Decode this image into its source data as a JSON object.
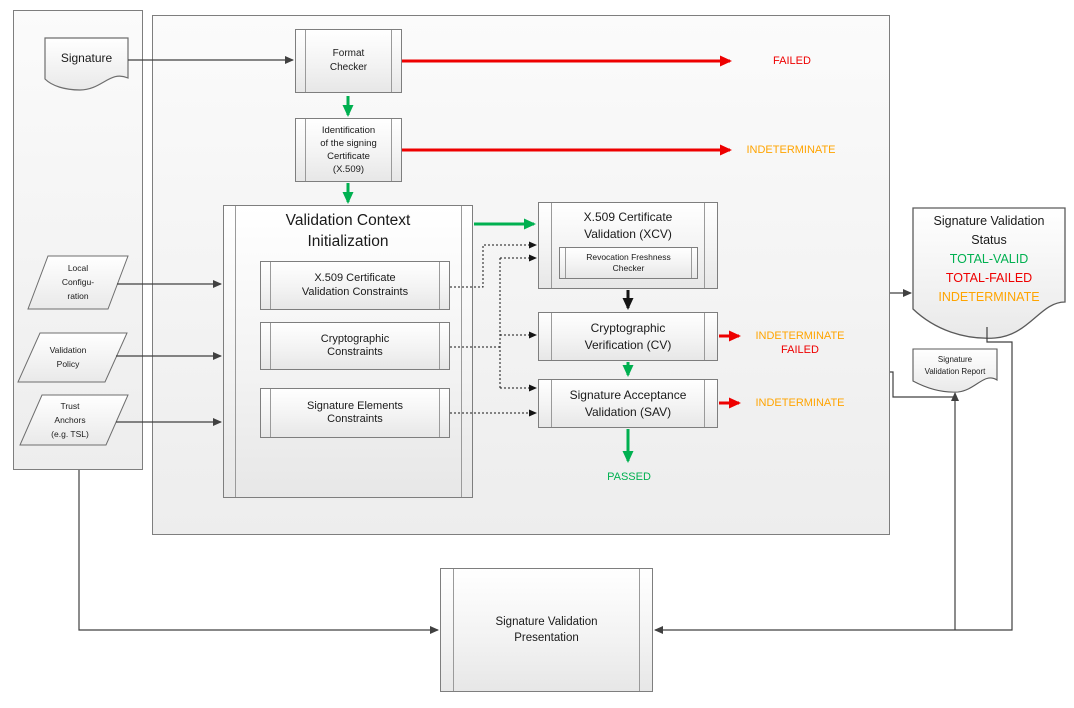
{
  "nodes": {
    "signature": "Signature",
    "format_checker": "Format\nChecker",
    "identification": "Identification\nof the signing\nCertificate\n(X.509)",
    "local_config": "Local\nConfigu-\nration",
    "validation_policy": "Validation\nPolicy",
    "trust_anchors": "Trust\nAnchors\n(e.g. TSL)",
    "vci_title": "Validation Context\nInitialization",
    "x509_constraints": "X.509 Certificate\nValidation Constraints",
    "crypto_constraints": "Cryptographic\nConstraints",
    "sig_elem_constraints": "Signature Elements\nConstraints",
    "xcv": "X.509 Certificate\nValidation (XCV)",
    "revocation_checker": "Revocation Freshness\nChecker",
    "cv": "Cryptographic\nVerification (CV)",
    "sav": "Signature Acceptance\nValidation (SAV)",
    "presentation": "Signature Validation\nPresentation"
  },
  "outcomes": {
    "format_failed": "FAILED",
    "ident_indeterminate": "INDETERMINATE",
    "cv_indeterminate": "INDETERMINATE",
    "cv_failed": "FAILED",
    "sav_indeterminate": "INDETERMINATE",
    "passed": "PASSED"
  },
  "status_doc": {
    "title": "Signature Validation\nStatus",
    "total_valid": "TOTAL-VALID",
    "total_failed": "TOTAL-FAILED",
    "indeterminate": "INDETERMINATE"
  },
  "report_doc": {
    "label": "Signature\nValidation Report"
  },
  "colors": {
    "pass_green": "#00B050",
    "fail_red": "#EE0000",
    "indeterminate_orange": "#FFA400",
    "line_gray": "#404040"
  }
}
